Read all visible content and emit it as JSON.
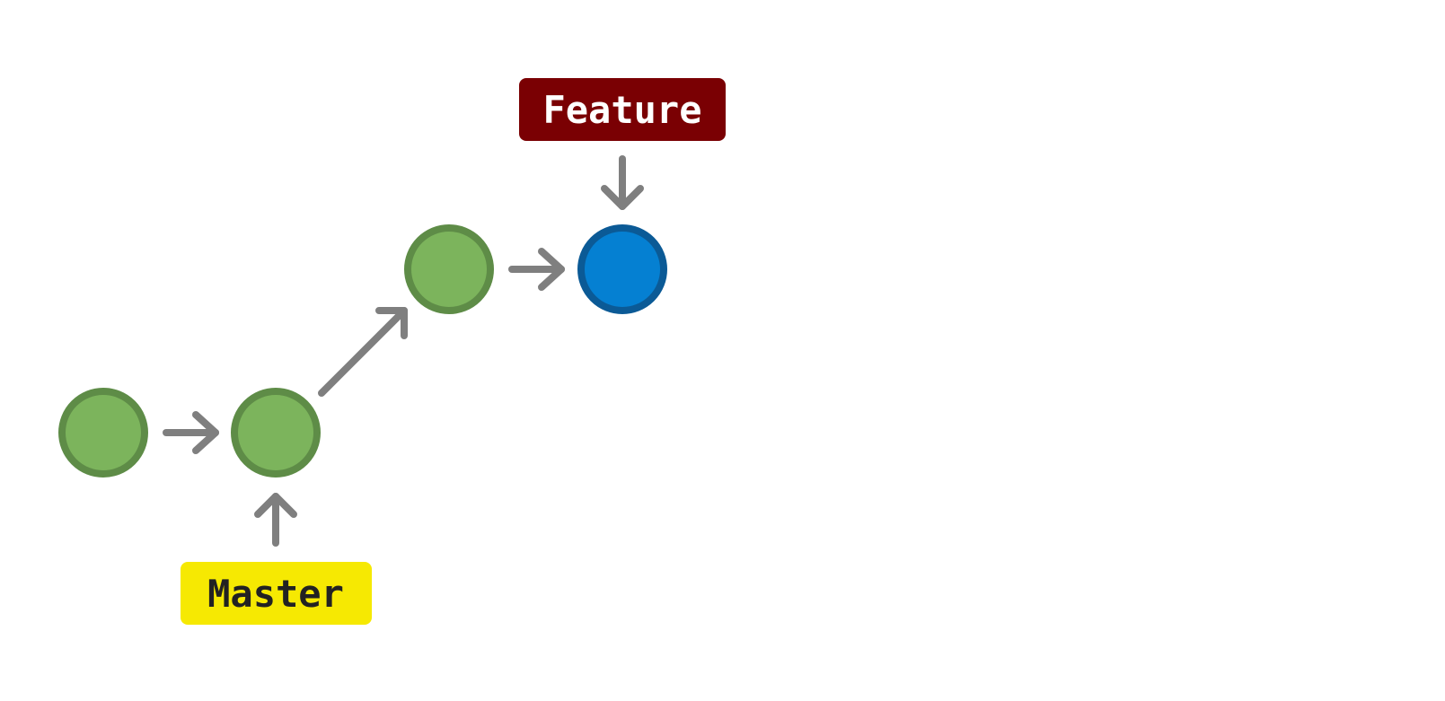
{
  "diagram": {
    "nodes": [
      {
        "id": "c1",
        "state": "commit",
        "fill": "#7cb45c",
        "stroke": "#5e8c47"
      },
      {
        "id": "c2",
        "state": "commit",
        "fill": "#7cb45c",
        "stroke": "#5e8c47"
      },
      {
        "id": "c3",
        "state": "commit",
        "fill": "#7cb45c",
        "stroke": "#5e8c47"
      },
      {
        "id": "c4",
        "state": "head",
        "fill": "#0580d2",
        "stroke": "#0b5a96"
      }
    ],
    "edges": [
      {
        "from": "c1",
        "to": "c2"
      },
      {
        "from": "c2",
        "to": "c3"
      },
      {
        "from": "c3",
        "to": "c4"
      }
    ],
    "branches": {
      "feature": {
        "label": "Feature",
        "bg": "#7a0003",
        "fg": "#ffffff",
        "points_to": "c4"
      },
      "master": {
        "label": "Master",
        "bg": "#f6e902",
        "fg": "#222222",
        "points_to": "c2"
      }
    },
    "arrow_color": "#7f7f7f"
  }
}
